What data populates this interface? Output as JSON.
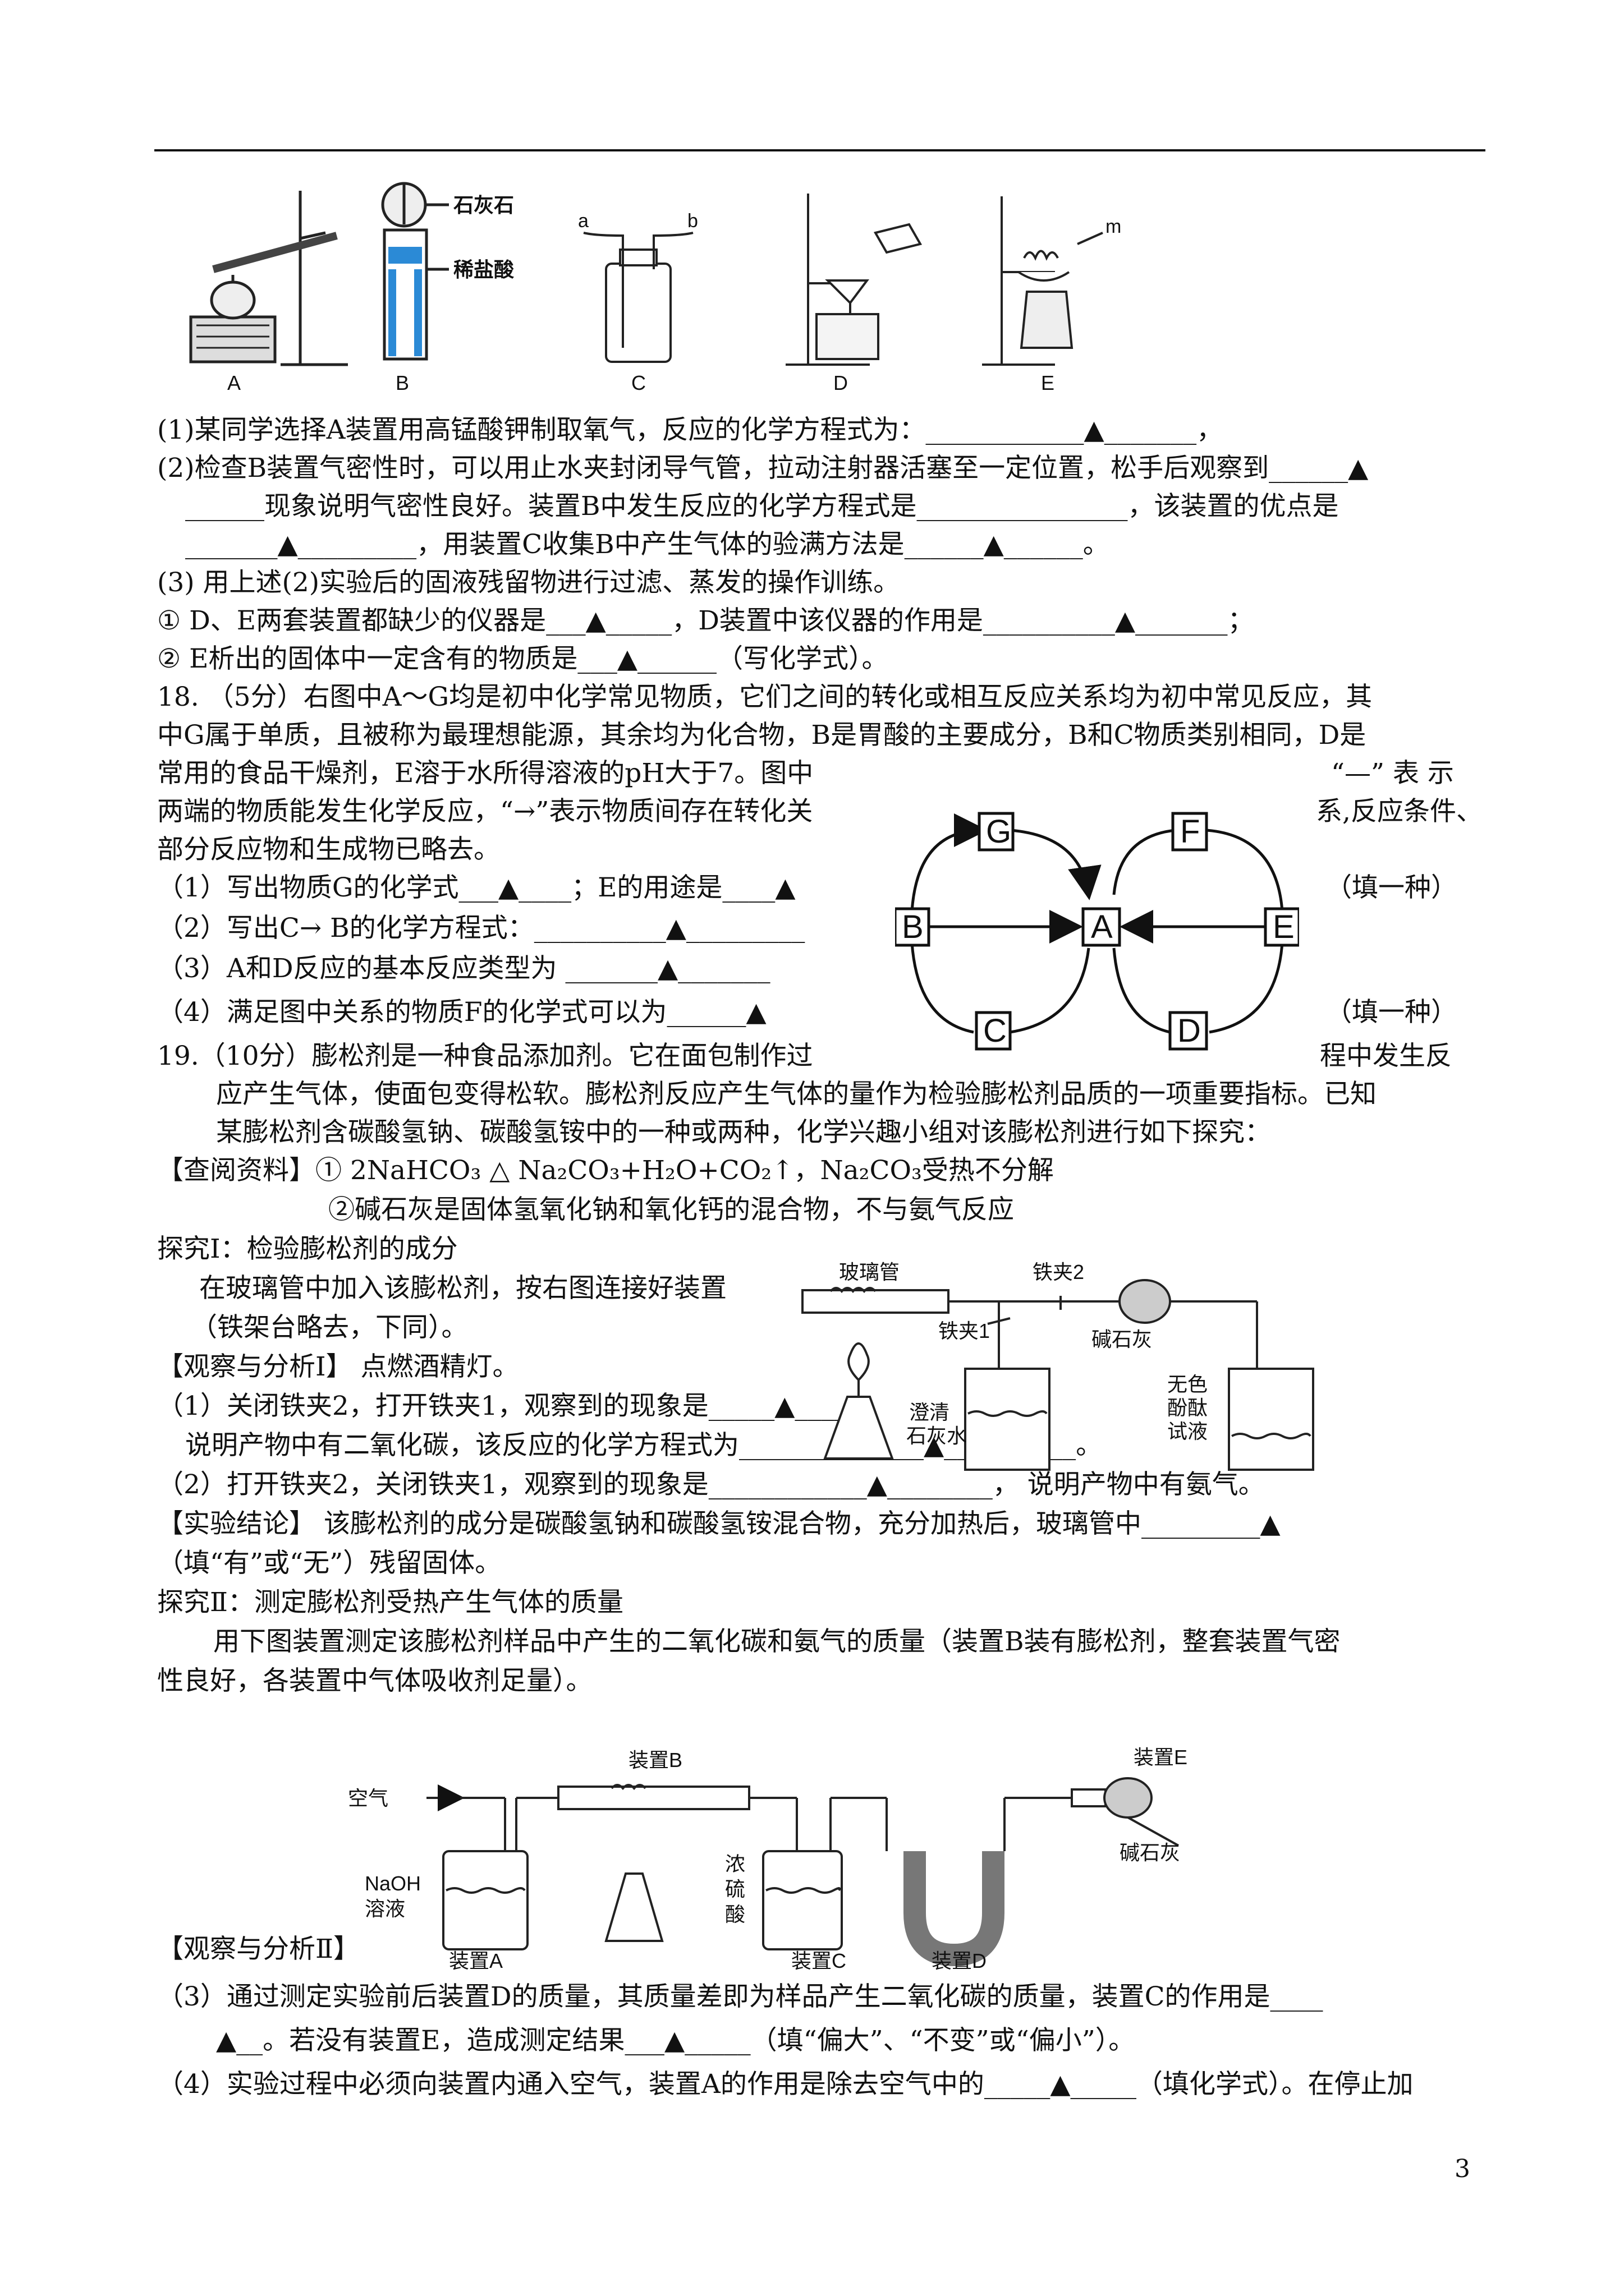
{
  "figure_top": {
    "labels": [
      "A",
      "B",
      "C",
      "D",
      "E"
    ],
    "limestone": "石灰石",
    "dilute_hcl": "稀盐酸",
    "port_a": "a",
    "port_b": "b",
    "m_label": "m"
  },
  "lines": [
    "(1)某同学选择A装置用高锰酸钾制取氧气，反应的化学方程式为：____________▲_______，",
    "(2)检查B装置气密性时，可以用止水夹封闭导气管，拉动注射器活塞至一定位置，松手后观察到______▲",
    "______现象说明气密性良好。装置B中发生反应的化学方程式是________________，该装置的优点是",
    "_______▲_________，用装置C收集B中产生气体的验满方法是______▲______。",
    "(3) 用上述(2)实验后的固液残留物进行过滤、蒸发的操作训练。",
    "① D、E两套装置都缺少的仪器是___▲_____，D装置中该仪器的作用是__________▲_______；",
    "② E析出的固体中一定含有的物质是___▲______（写化学式）。",
    "18.  （5分）右图中A～G均是初中化学常见物质，它们之间的转化或相互反应关系均为初中常见反应，其",
    "中G属于单质，且被称为最理想能源，其余均为化合物，B是胃酸的主要成分，B和C物质类别相同，D是",
    "常用的食品干燥剂，E溶于水所得溶液的pH大于7。图中",
    "两端的物质能发生化学反应，“→”表示物质间存在转化关",
    "部分反应物和生成物已略去。",
    "（1）写出物质G的化学式___▲____；E的用途是____▲",
    "（2）写出C→ B的化学方程式：__________▲_________",
    "（3）A和D反应的基本反应类型为 _______▲_______",
    "（4）满足图中关系的物质F的化学式可以为______▲",
    "19.（10分）膨松剂是一种食品添加剂。它在面包制作过",
    "应产生气体，使面包变得松软。膨松剂反应产生气体的量作为检验膨松剂品质的一项重要指标。已知",
    "某膨松剂含碳酸氢钠、碳酸氢铵中的一种或两种，化学兴趣小组对该膨松剂进行如下探究：",
    "【查阅资料】① 2NaHCO₃ △ Na₂CO₃+H₂O+CO₂↑，Na₂CO₃受热不分解",
    "②碱石灰是固体氢氧化钠和氧化钙的混合物，不与氨气反应",
    "探究Ⅰ：检验膨松剂的成分",
    "在玻璃管中加入该膨松剂，按右图连接好装置",
    "（铁架台略去，下同）。",
    "【观察与分析Ⅰ】 点燃酒精灯。",
    "（1）关闭铁夹2，打开铁夹1，观察到的现象是_____▲_____，",
    "说明产物中有二氧化碳，该反应的化学方程式为______________▲__________。",
    "（2）打开铁夹2，关闭铁夹1，观察到的现象是____________▲________， 说明产物中有氨气。",
    "【实验结论】 该膨松剂的成分是碳酸氢钠和碳酸氢铵混合物，充分加热后，玻璃管中_________▲",
    "（填“有”或“无”）残留固体。",
    "探究Ⅱ：测定膨松剂受热产生气体的质量",
    "用下图装置测定该膨松剂样品中产生的二氧化碳和氨气的质量（装置B装有膨松剂，整套装置气密",
    "性良好，各装置中气体吸收剂足量）。",
    "【观察与分析Ⅱ】",
    "（3）通过测定实验前后装置D的质量，其质量差即为样品产生二氧化碳的质量，装置C的作用是____",
    "▲__。若没有装置E，造成测定结果___▲_____（填“偏大”、“不变”或“偏小”）。",
    "（4）实验过程中必须向装置内通入空气，装置A的作用是除去空气中的_____▲_____（填化学式）。在停止加"
  ],
  "right_texts": [
    "“—” 表 示",
    "系,反应条件、",
    "（填一种）",
    "（填一种）",
    "程中发生反"
  ],
  "diagram18": {
    "nodes": [
      "G",
      "F",
      "B",
      "A",
      "E",
      "C",
      "D"
    ]
  },
  "fig19a": {
    "glass_tube": "玻璃管",
    "clamp2": "铁夹2",
    "clamp1": "铁夹1",
    "soda_lime": "碱石灰",
    "limewater_1": "澄清",
    "limewater_2": "石灰水",
    "phenol_1": "无色",
    "phenol_2": "酚酞",
    "phenol_3": "试液"
  },
  "fig19b": {
    "air": "空气",
    "device_b": "装置B",
    "device_e": "装置E",
    "naoh_1": "NaOH",
    "naoh_2": "溶液",
    "h2so4_1": "浓",
    "h2so4_2": "硫",
    "h2so4_3": "酸",
    "soda_lime": "碱石灰",
    "device_a": "装置A",
    "device_c": "装置C",
    "device_d": "装置D"
  },
  "page_number": "3"
}
